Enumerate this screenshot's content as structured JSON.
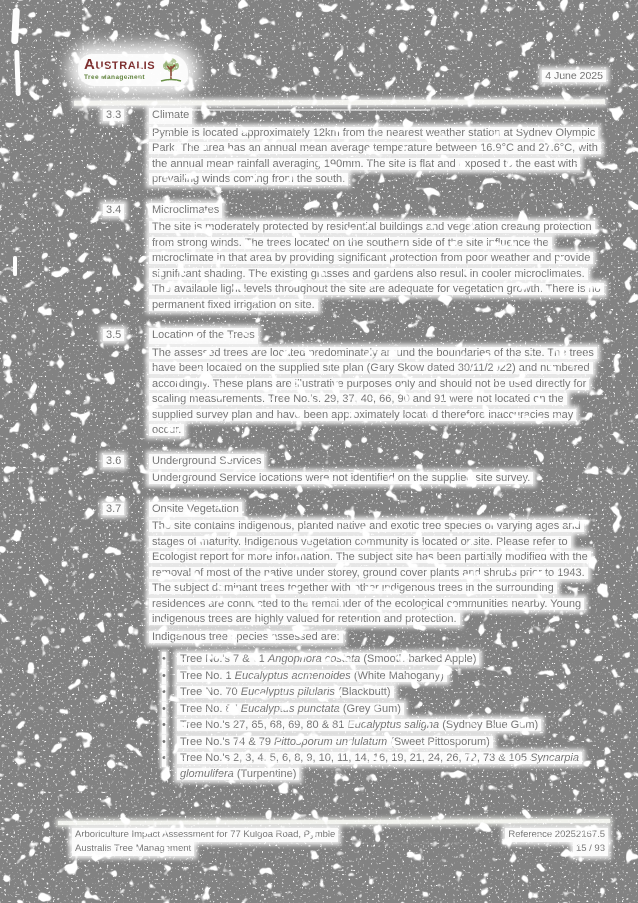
{
  "page": {
    "date": "4 June 2025",
    "background_color": "#828282",
    "text_color": "#747474"
  },
  "logo": {
    "initial": "A",
    "rest": "USTRALIS",
    "subtitle": "Tree Management",
    "brand_maroon": "#7d2e2e",
    "brand_green": "#5c7f37",
    "tree_icon": "tree-icon"
  },
  "list": {
    "bullet_glyph": "•"
  },
  "sections": [
    {
      "number": "3.3",
      "title": "Climate",
      "paragraphs": [
        "Pymble is located approximately 12km from the nearest weather station at Sydney Olympic Park. The area has an annual mean average temperature between 16.9°C and 27.6°C, with the annual mean rainfall averaging 190mm. The site is flat and exposed to the east with prevailing winds coming from the south."
      ]
    },
    {
      "number": "3.4",
      "title": "Microclimates",
      "paragraphs": [
        "The site is moderately protected by residential buildings and vegetation creating protection from strong winds. The trees located on the southern side of the site influence the microclimate in that area by providing significant protection from poor weather and provide significant shading. The existing grasses and gardens also result in cooler microclimates. The available light levels throughout the site are adequate for vegetation growth. There is no permanent fixed irrigation on site."
      ]
    },
    {
      "number": "3.5",
      "title": "Location of the Trees",
      "paragraphs": [
        "The assessed trees are located predominately around the boundaries of the site. The trees have been located on the supplied site plan (Gary Skow dated 30/11/2022) and numbered accordingly. These plans are illustrative purposes only and should not be used directly for scaling measurements. Tree No.'s. 29, 37, 40, 66, 90 and 91 were not located on the supplied survey plan and have been approximately located therefore inaccuracies may occur."
      ]
    },
    {
      "number": "3.6",
      "title": "Underground Services",
      "paragraphs": [
        "Underground Service locations were not identified on the supplied site survey."
      ]
    },
    {
      "number": "3.7",
      "title": "Onsite Vegetation",
      "paragraphs": [
        "The site contains indigenous, planted native and exotic tree species of varying ages and stages of maturity. Indigenous vegetation community is located onsite. Please refer to Ecologist report for more information. The subject site has been partially modified with the removal of most of the native under storey, ground cover plants and shrubs prior to 1943. The subject dominant trees together with other indigenous trees in the surrounding residences are connected to the remainder of the ecological communities nearby. Young indigenous trees are highly valued for retention and protection."
      ],
      "list_intro": "Indigenous tree species assessed are:",
      "bullets": [
        {
          "prefix": "Tree No.'s 7 & 71 ",
          "species": "Angophora costata",
          "suffix": " (Smooth-barked Apple)"
        },
        {
          "prefix": "Tree No. 1 ",
          "species": "Eucalyptus acmenoides",
          "suffix": " (White Mahogany)"
        },
        {
          "prefix": "Tree No. 70 ",
          "species": "Eucalyptus pilularis",
          "suffix": " (Blackbutt)"
        },
        {
          "prefix": "Tree No. 87 ",
          "species": "Eucalyptus punctata",
          "suffix": " (Grey Gum)"
        },
        {
          "prefix": "Tree No.'s 27, 65, 68, 69, 80 & 81 ",
          "species": "Eucalyptus saligna",
          "suffix": " (Sydney Blue Gum)"
        },
        {
          "prefix": "Tree No.'s 74 & 79 ",
          "species": "Pittosporum undulatum",
          "suffix": " (Sweet Pittosporum)"
        },
        {
          "prefix": "Tree No.'s 2, 3, 4, 5, 6, 8, 9, 10, 11, 14, 16, 19, 21, 24, 26, 72, 73 & 105 ",
          "species": "Syncarpia glomulifera",
          "suffix": " (Turpentine)"
        }
      ]
    }
  ],
  "footer": {
    "doc_title": "Arboriculture Impact Assessment for 77 Kulgoa Road, Pymble",
    "company": "Australis Tree Management",
    "reference": "Reference 20252167.5",
    "page_number": "15 / 93"
  }
}
